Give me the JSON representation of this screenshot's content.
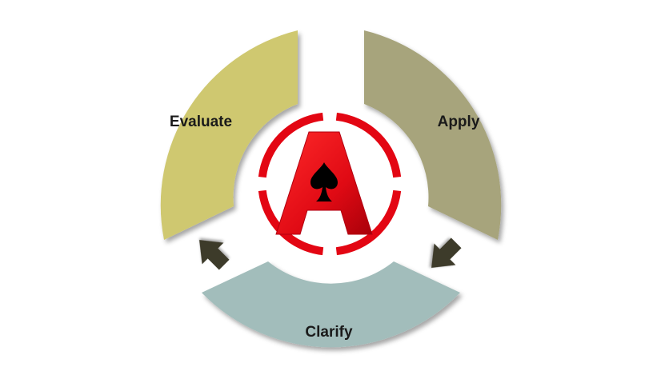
{
  "segments": {
    "evaluate": {
      "label": "Evaluate",
      "color": "#cfc870"
    },
    "apply": {
      "label": "Apply",
      "color": "#a7a47c"
    },
    "clarify": {
      "label": "Clarify",
      "color": "#a2bdbb"
    }
  },
  "arrow_color": "#3d3a2c",
  "logo": {
    "letter": "A",
    "ring_color": "#e30613",
    "spade_icon": "spade-icon"
  }
}
